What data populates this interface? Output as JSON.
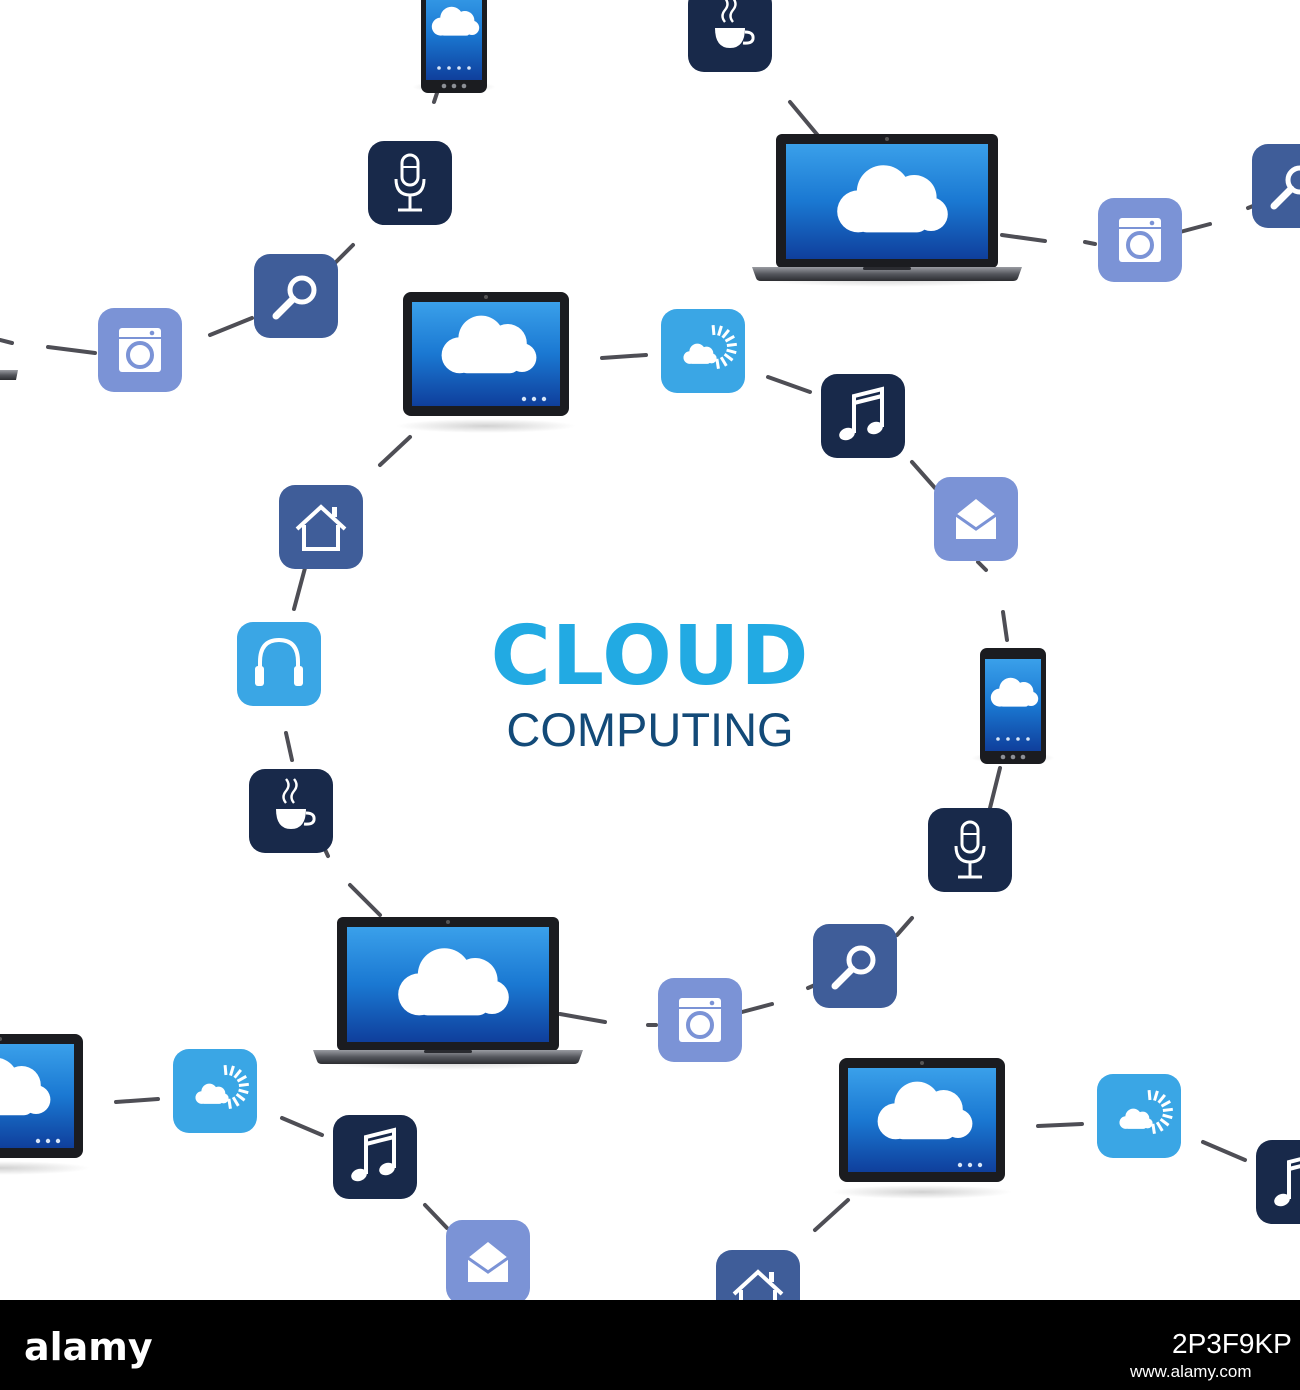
{
  "title": {
    "main": "CLOUD",
    "sub": "COMPUTING"
  },
  "footer": {
    "brand": "alamy",
    "image_id": "2P3F9KP",
    "url": "www.alamy.com"
  },
  "colors": {
    "background": "#ffffff",
    "title_main": "#22aae3",
    "title_sub": "#134a78",
    "navy_tile": "#18294a",
    "medium_blue_tile": "#3f5d99",
    "light_blue_tile": "#3aa6e5",
    "periwinkle_tile": "#7b93d6",
    "screen_blue": "#1c74cf",
    "link_line": "#4e4e55",
    "footer_bg": "#000000"
  },
  "icons": [
    "smartphone-icon",
    "laptop-icon",
    "tablet-icon",
    "coffee-cup-icon",
    "microphone-icon",
    "magnifier-icon",
    "washing-machine-icon",
    "weather-icon",
    "music-note-icon",
    "email-icon",
    "home-icon",
    "headphones-icon",
    "cloud-icon"
  ]
}
